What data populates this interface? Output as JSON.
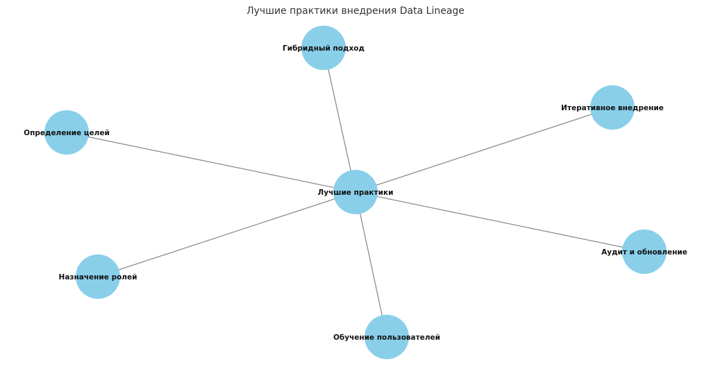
{
  "title": "Лучшие практики внедрения Data Lineage",
  "colors": {
    "node": "#89CFEA",
    "edge": "#8c8c8c",
    "text": "#111111"
  },
  "nodes": [
    {
      "id": "center",
      "label": "Лучшие практики"
    },
    {
      "id": "hybrid",
      "label": "Гибридный подход"
    },
    {
      "id": "iterative",
      "label": "Итеративное внедрение"
    },
    {
      "id": "goals",
      "label": "Определение целей"
    },
    {
      "id": "audit",
      "label": "Аудит и обновление"
    },
    {
      "id": "roles",
      "label": "Назначение ролей"
    },
    {
      "id": "training",
      "label": "Обучение пользователей"
    }
  ],
  "edges": [
    {
      "from": "center",
      "to": "hybrid"
    },
    {
      "from": "center",
      "to": "iterative"
    },
    {
      "from": "center",
      "to": "goals"
    },
    {
      "from": "center",
      "to": "audit"
    },
    {
      "from": "center",
      "to": "roles"
    },
    {
      "from": "center",
      "to": "training"
    }
  ]
}
